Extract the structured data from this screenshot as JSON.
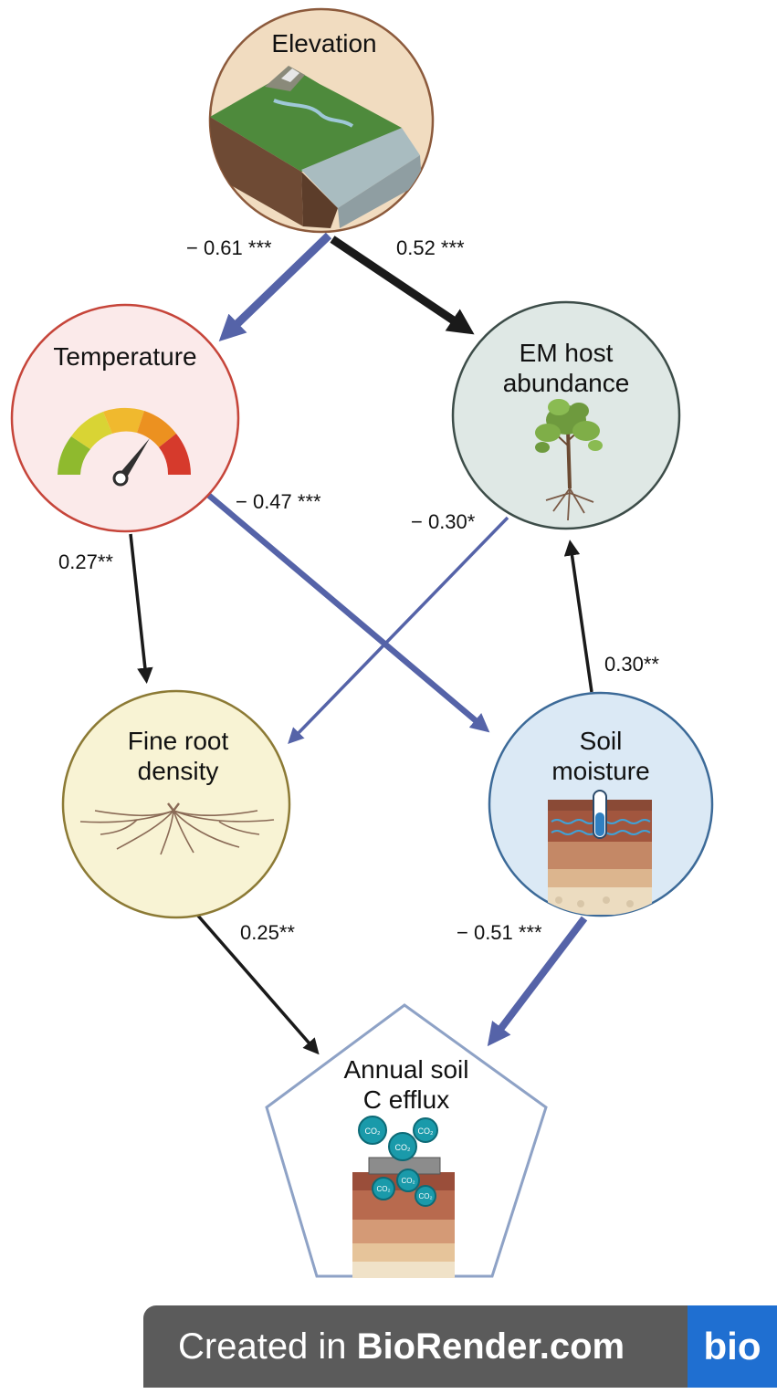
{
  "nodes": {
    "elevation": {
      "label": "Elevation",
      "icon": "landscape-icon",
      "fill": "#f1dcc0",
      "stroke": "#8c5a3c"
    },
    "temperature": {
      "label": "Temperature",
      "icon": "gauge-icon",
      "fill": "#fbeaea",
      "stroke": "#c6453a"
    },
    "em_host": {
      "label_line1": "EM host",
      "label_line2": "abundance",
      "icon": "tree-icon",
      "fill": "#dfe8e5",
      "stroke": "#3d4d49"
    },
    "fine_root": {
      "label_line1": "Fine root",
      "label_line2": "density",
      "icon": "roots-icon",
      "fill": "#f8f3d4",
      "stroke": "#8c7a35"
    },
    "soil_moisture": {
      "label_line1": "Soil",
      "label_line2": "moisture",
      "icon": "soil-probe-icon",
      "fill": "#dbe9f5",
      "stroke": "#3c6a98"
    },
    "soil_c_efflux": {
      "label_line1": "Annual soil",
      "label_line2": "C efflux",
      "icon": "co2-soil-icon",
      "fill": "#ffffff",
      "stroke": "#8ea2c6"
    }
  },
  "paths": [
    {
      "from": "elevation",
      "to": "temperature",
      "coefficient": "− 0.61 ***",
      "sign": "negative"
    },
    {
      "from": "elevation",
      "to": "em_host",
      "coefficient": "0.52 ***",
      "sign": "positive"
    },
    {
      "from": "temperature",
      "to": "fine_root",
      "coefficient": "0.27**",
      "sign": "positive"
    },
    {
      "from": "temperature",
      "to": "soil_moisture",
      "coefficient": "− 0.47 ***",
      "sign": "negative"
    },
    {
      "from": "em_host",
      "to": "fine_root",
      "coefficient": "− 0.30*",
      "sign": "negative"
    },
    {
      "from": "soil_moisture",
      "to": "em_host",
      "coefficient": "0.30**",
      "sign": "positive"
    },
    {
      "from": "fine_root",
      "to": "soil_c_efflux",
      "coefficient": "0.25**",
      "sign": "positive"
    },
    {
      "from": "soil_moisture",
      "to": "soil_c_efflux",
      "coefficient": "− 0.51 ***",
      "sign": "negative"
    }
  ],
  "co2_label": "CO₂",
  "colors": {
    "positive": "#1a1a1a",
    "negative": "#5563a8"
  },
  "footer": {
    "prefix": "Created in ",
    "brand": "BioRender.com",
    "logo": "bio"
  }
}
